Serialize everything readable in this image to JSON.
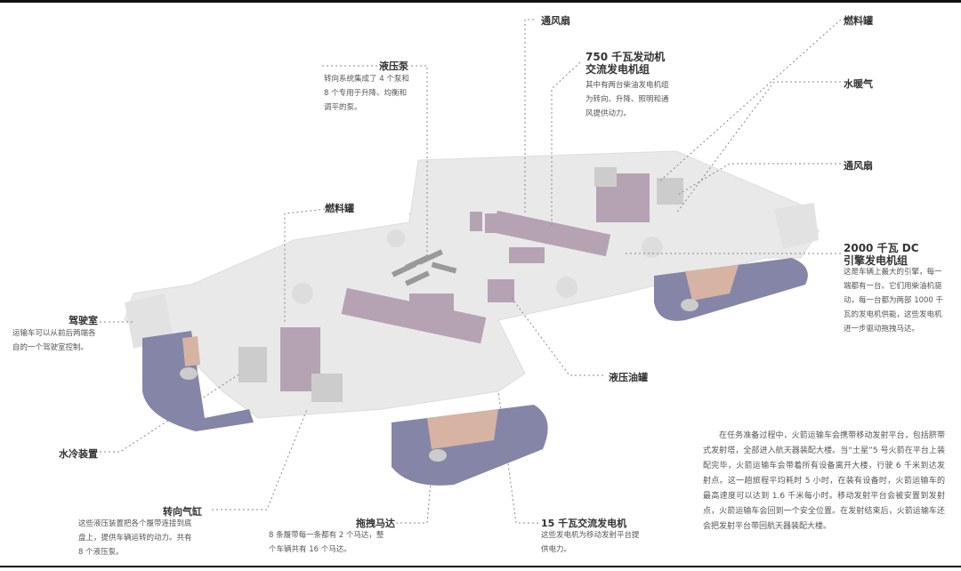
{
  "labels": {
    "fan_top": "通风扇",
    "fuel_tank_right": "燃料罐",
    "hydraulic_pump": {
      "title": "液压泵",
      "desc": "转向系统集成了 4 个泵和 8 个专用于升降、均衡和调平的泵。"
    },
    "gen750": {
      "title1": "750 千瓦发动机",
      "title2": "交流发电机组",
      "desc": "其中有两台柴油发电机组为转向、升降、照明和通风提供动力。"
    },
    "water_heater": "水暖气",
    "fan_right": "通风扇",
    "fuel_tank_left": "燃料罐",
    "gen2000": {
      "title1": "2000 千瓦 DC",
      "title2": "引擎发电机组",
      "desc": "这是车辆上最大的引擎，每一端都有一台。它们用柴油机驱动，每一台都为两部 1000 千瓦的发电机供能，这些发电机进一步驱动拖拽马达。"
    },
    "cab": {
      "title": "驾驶室",
      "desc": "运输车可以从前后两端各自的一个驾驶室控制。"
    },
    "hydraulic_oil_tank": "液压油罐",
    "water_cooling": "水冷装置",
    "steering_cylinder": {
      "title": "转向气缸",
      "desc": "这些液压装置把各个履带连接到底盘上，提供车辆运转的动力。共有 8 个液压泵。"
    },
    "traction_motor": {
      "title": "拖拽马达",
      "desc": "8 条履带每一条都有 2 个马达，整个车辆共有 16 个马达。"
    },
    "gen15": {
      "title": "15 千瓦交流发电机",
      "desc": "这些发电机为移动发射平台提供电力。"
    }
  },
  "paragraph": "在任务准备过程中，火箭运输车会携带移动发射平台，包括脐带式发射塔，全部进入航天器装配大楼。当“土星”5 号火箭在平台上装配完毕，火箭运输车会带着所有设备离开大楼，行驶 6 千米到达发射点。这一趟旅程平均耗时 5 小时，在装有设备时，火箭运输车的最高速度可以达到 1.6 千米每小时。移动发射平台会被安置到发射点，火箭运输车会回到一个安全位置。在发射结束后，火箭运输车还会把发射平台带回航天器装配大楼。",
  "colors": {
    "body": "#e9e9ea",
    "track": "#8585a8",
    "component": "#b5a3b3",
    "accent": "#d6b3a3"
  }
}
